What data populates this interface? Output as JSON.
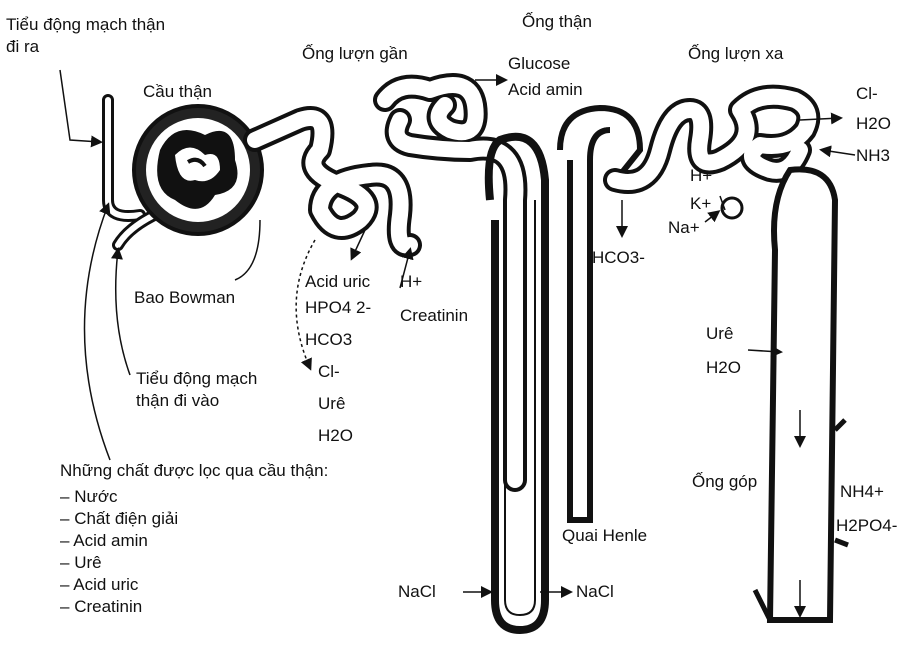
{
  "labels": {
    "afferent": "Tiểu động mạch thận đi vào",
    "efferent": "Tiểu động mạch thận đi ra",
    "glomerulus": "Cầu thận",
    "bowman": "Bao Bowman",
    "proximal": "Ống lượn gần",
    "tubule": "Ống thận",
    "distal": "Ống lượn xa",
    "henle": "Quai Henle",
    "collecting": "Ống góp"
  },
  "substances": {
    "glucose": "Glucose",
    "amino": "Acid amin",
    "uric": "Acid uric",
    "hpo4": "HPO4 2-",
    "hco3_prox": "HCO3",
    "cl_prox": "Cl-",
    "ure_prox": "Urê",
    "h2o_prox": "H2O",
    "h_prox": "H+",
    "creatinin_prox": "Creatinin",
    "nacl_in": "NaCl",
    "nacl_out": "NaCl",
    "hco3_dist": "HCO3-",
    "h_dist": "H+",
    "k_dist": "K+",
    "na_dist": "Na+",
    "cl_dist": "Cl-",
    "h2o_dist": "H2O",
    "nh3": "NH3",
    "ure_col": "Urê",
    "h2o_col": "H2O",
    "nh4": "NH4+",
    "h2po4": "H2PO4-"
  },
  "filtered_list": {
    "heading": "Những chất được lọc qua cầu thận:",
    "items": [
      "Nước",
      "Chất điện giải",
      "Acid amin",
      "Urê",
      "Acid uric",
      "Creatinin"
    ]
  }
}
